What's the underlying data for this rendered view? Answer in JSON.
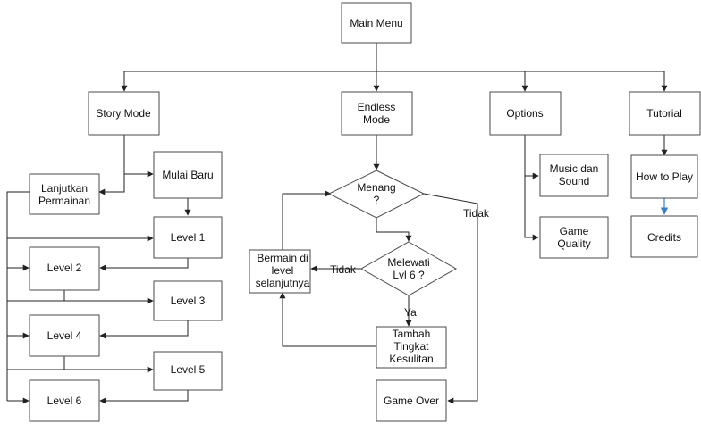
{
  "nodes": {
    "main_menu": [
      "Main Menu"
    ],
    "story_mode": [
      "Story Mode"
    ],
    "endless_mode": [
      "Endless",
      "Mode"
    ],
    "options": [
      "Options"
    ],
    "tutorial": [
      "Tutorial"
    ],
    "lanjutkan": [
      "Lanjutkan",
      "Permainan"
    ],
    "mulai_baru": [
      "Mulai Baru"
    ],
    "level1": [
      "Level 1"
    ],
    "level2": [
      "Level 2"
    ],
    "level3": [
      "Level 3"
    ],
    "level4": [
      "Level 4"
    ],
    "level5": [
      "Level 5"
    ],
    "level6": [
      "Level 6"
    ],
    "menang": [
      "Menang",
      "?"
    ],
    "melewati": [
      "Melewati",
      "Lvl 6 ?"
    ],
    "bermain": [
      "Bermain di",
      "level",
      "selanjutnya"
    ],
    "tambah": [
      "Tambah",
      "Tingkat",
      "Kesulitan"
    ],
    "game_over": [
      "Game Over"
    ],
    "music_sound": [
      "Music dan",
      "Sound"
    ],
    "game_quality": [
      "Game",
      "Quality"
    ],
    "how_to_play": [
      "How to Play"
    ],
    "credits": [
      "Credits"
    ]
  },
  "edge_labels": {
    "tidak_menang": "Tidak",
    "tidak_melewati": "Tidak",
    "ya_melewati": "Ya"
  },
  "colors": {
    "highlight_edge": "#3b7fc4"
  }
}
